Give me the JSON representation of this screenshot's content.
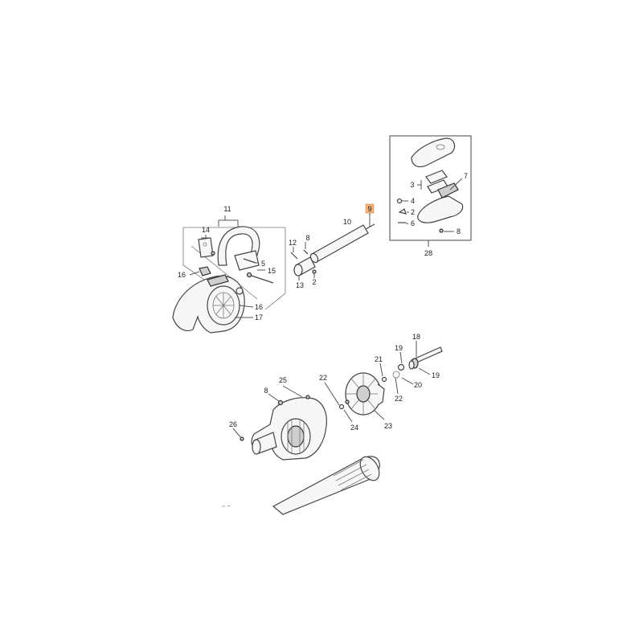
{
  "labels": {
    "l11": "11",
    "l14": "14",
    "l16a": "16",
    "l16b": "16",
    "l17": "17",
    "l5": "5",
    "l15": "15",
    "l12": "12",
    "l8a": "8",
    "l13": "13",
    "l2a": "2",
    "l10": "10",
    "l9": "9",
    "l7": "7",
    "l3": "3",
    "l4": "4",
    "l2b": "2",
    "l6": "6",
    "l8b": "8",
    "l28": "28",
    "l18": "18",
    "l19a": "19",
    "l21": "21",
    "l19b": "19",
    "l22a": "22",
    "l20": "20",
    "l25": "25",
    "l8c": "8",
    "l22b": "22",
    "l24": "24",
    "l23": "23",
    "l26": "26"
  },
  "colors": {
    "highlight_fill": "#f2b27a",
    "line": "#555555"
  }
}
